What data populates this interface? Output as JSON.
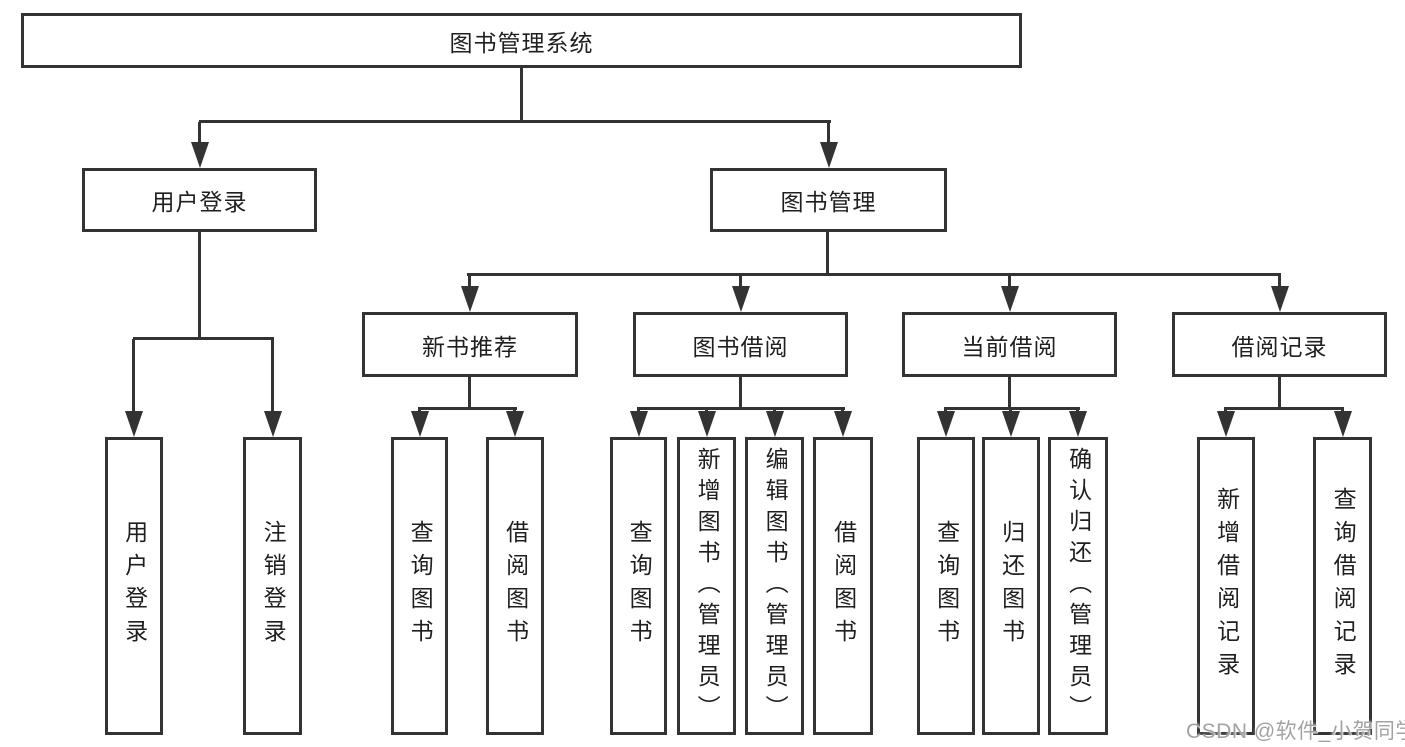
{
  "diagram_type": "hierarchy-tree",
  "tree": {
    "label": "图书管理系统",
    "children": [
      {
        "label": "用户登录",
        "children": [
          {
            "label": "用户登录"
          },
          {
            "label": "注销登录"
          }
        ]
      },
      {
        "label": "图书管理",
        "children": [
          {
            "label": "新书推荐",
            "children": [
              {
                "label": "查询图书"
              },
              {
                "label": "借阅图书"
              }
            ]
          },
          {
            "label": "图书借阅",
            "children": [
              {
                "label": "查询图书"
              },
              {
                "label": "新增图书（管理员）"
              },
              {
                "label": "编辑图书（管理员）"
              },
              {
                "label": "借阅图书"
              }
            ]
          },
          {
            "label": "当前借阅",
            "children": [
              {
                "label": "查询图书"
              },
              {
                "label": "归还图书"
              },
              {
                "label": "确认归还（管理员）"
              }
            ]
          },
          {
            "label": "借阅记录",
            "children": [
              {
                "label": "新增借阅记录"
              },
              {
                "label": "查询借阅记录"
              }
            ]
          }
        ]
      }
    ]
  },
  "watermark": "CSDN @软件_小贺同学",
  "colors": {
    "line": "#333333",
    "text": "#1f1f1f",
    "watermark": "#a3a3a3",
    "background": "#ffffff"
  }
}
